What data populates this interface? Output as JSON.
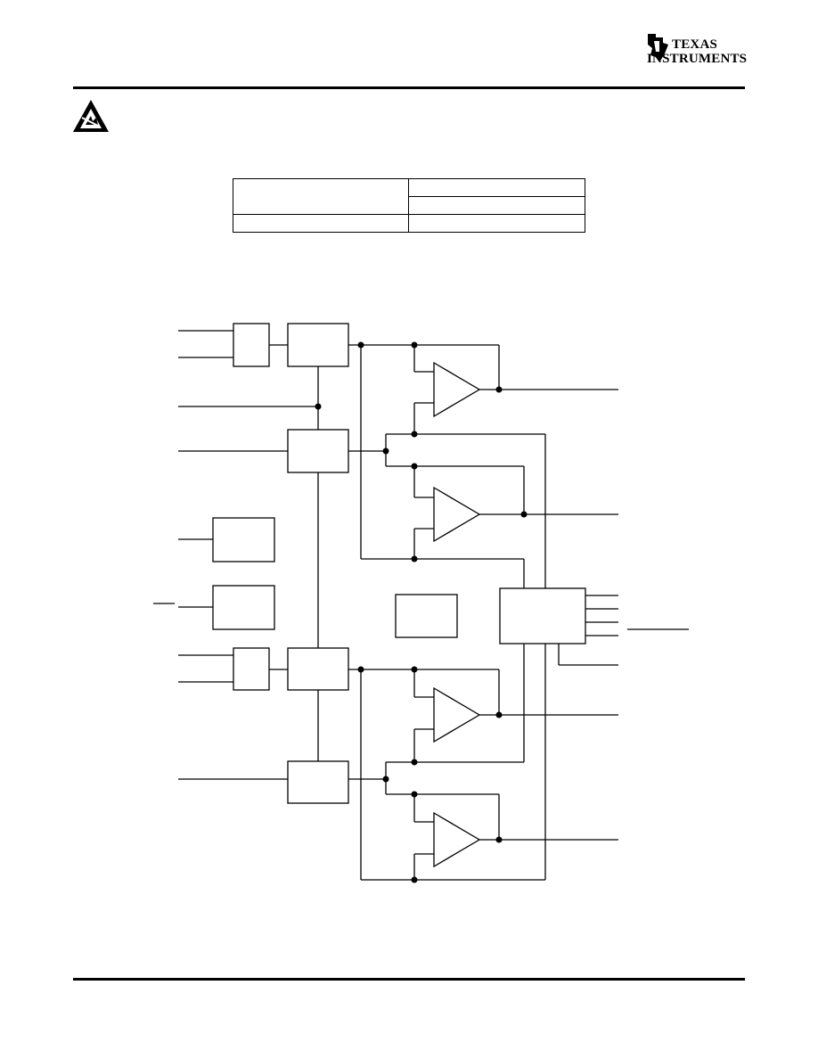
{
  "header": {
    "logo": {
      "name": "ti-logo",
      "line1": "Texas",
      "line2": "Instruments"
    }
  },
  "esd_notice": {
    "icon": "esd-warning-icon"
  },
  "ordering_table": {
    "rows": [
      [
        "",
        ""
      ],
      [
        "",
        ""
      ],
      [
        "",
        ""
      ]
    ]
  },
  "block_diagram": {
    "blocks": [
      "input-logic-a",
      "control-block-a",
      "control-block-b",
      "bias-block",
      "reference-block",
      "input-logic-b",
      "control-block-c",
      "control-block-d",
      "center-block",
      "output-logic-block"
    ],
    "amplifiers": [
      "amplifier-1",
      "amplifier-2",
      "amplifier-3",
      "amplifier-4"
    ]
  },
  "colors": {
    "ink": "#000000",
    "background": "#ffffff"
  }
}
